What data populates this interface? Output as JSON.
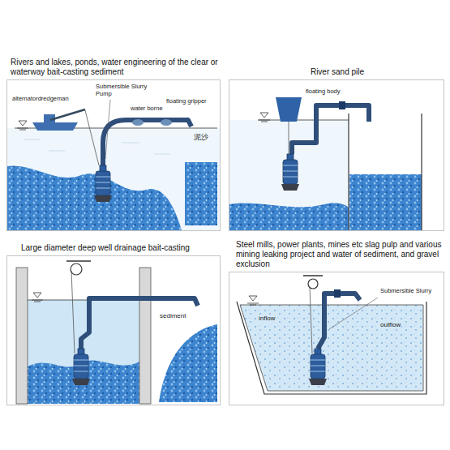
{
  "diagram": {
    "nodes": [
      {
        "text": [
          "Rivers and lakes, ponds, water engineering of the clear or waterway bait-casting sediment"
        ]
      },
      {
        "text": [
          "River sand pile"
        ]
      },
      {
        "text": [
          "Large diameter deep well drainage bait-casting"
        ]
      },
      {
        "text": [
          "Steel mills, power plants, mines etc slag pulp and various mining leaking project and water of sediment, and gravel exclusion"
        ]
      }
    ],
    "labels": [
      "Submersible Slurry Pump",
      "alternatordredgeman",
      "water borne",
      "floating gripper",
      "泥沙",
      "floating body",
      "sediment",
      "Submersible Slurry",
      "inflow",
      "outflow"
    ]
  }
}
